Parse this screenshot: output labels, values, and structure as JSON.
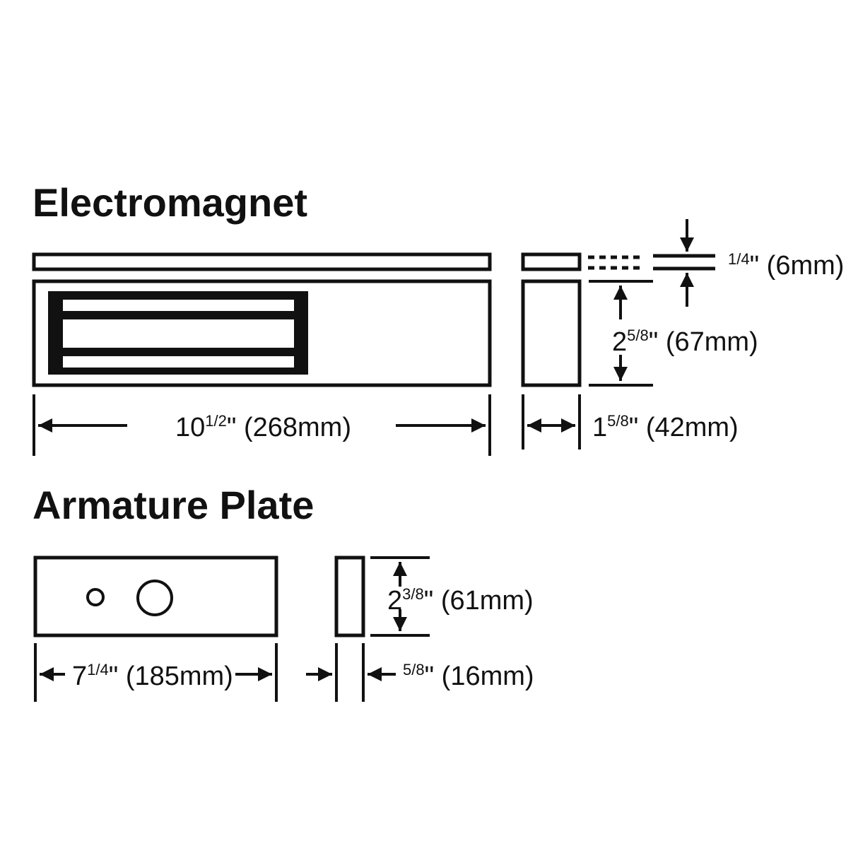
{
  "electromagnet": {
    "title": "Electromagnet",
    "length": {
      "whole": "10",
      "num": "1",
      "den": "2",
      "rest": "\" (268mm)"
    },
    "depth": {
      "whole": "1",
      "num": "5",
      "den": "8",
      "rest": "\" (42mm)"
    },
    "height": {
      "whole": "2",
      "num": "5",
      "den": "8",
      "rest": "\" (67mm)"
    },
    "gap": {
      "num": "1",
      "den": "4",
      "rest": "\" (6mm)"
    }
  },
  "armature": {
    "title": "Armature Plate",
    "length": {
      "whole": "7",
      "num": "1",
      "den": "4",
      "rest": "\" (185mm)"
    },
    "height": {
      "whole": "2",
      "num": "3",
      "den": "8",
      "rest": "\" (61mm)"
    },
    "thickness": {
      "num": "5",
      "den": "8",
      "rest": "\" (16mm)"
    }
  },
  "colors": {
    "ink": "#111111",
    "background": "#ffffff"
  }
}
